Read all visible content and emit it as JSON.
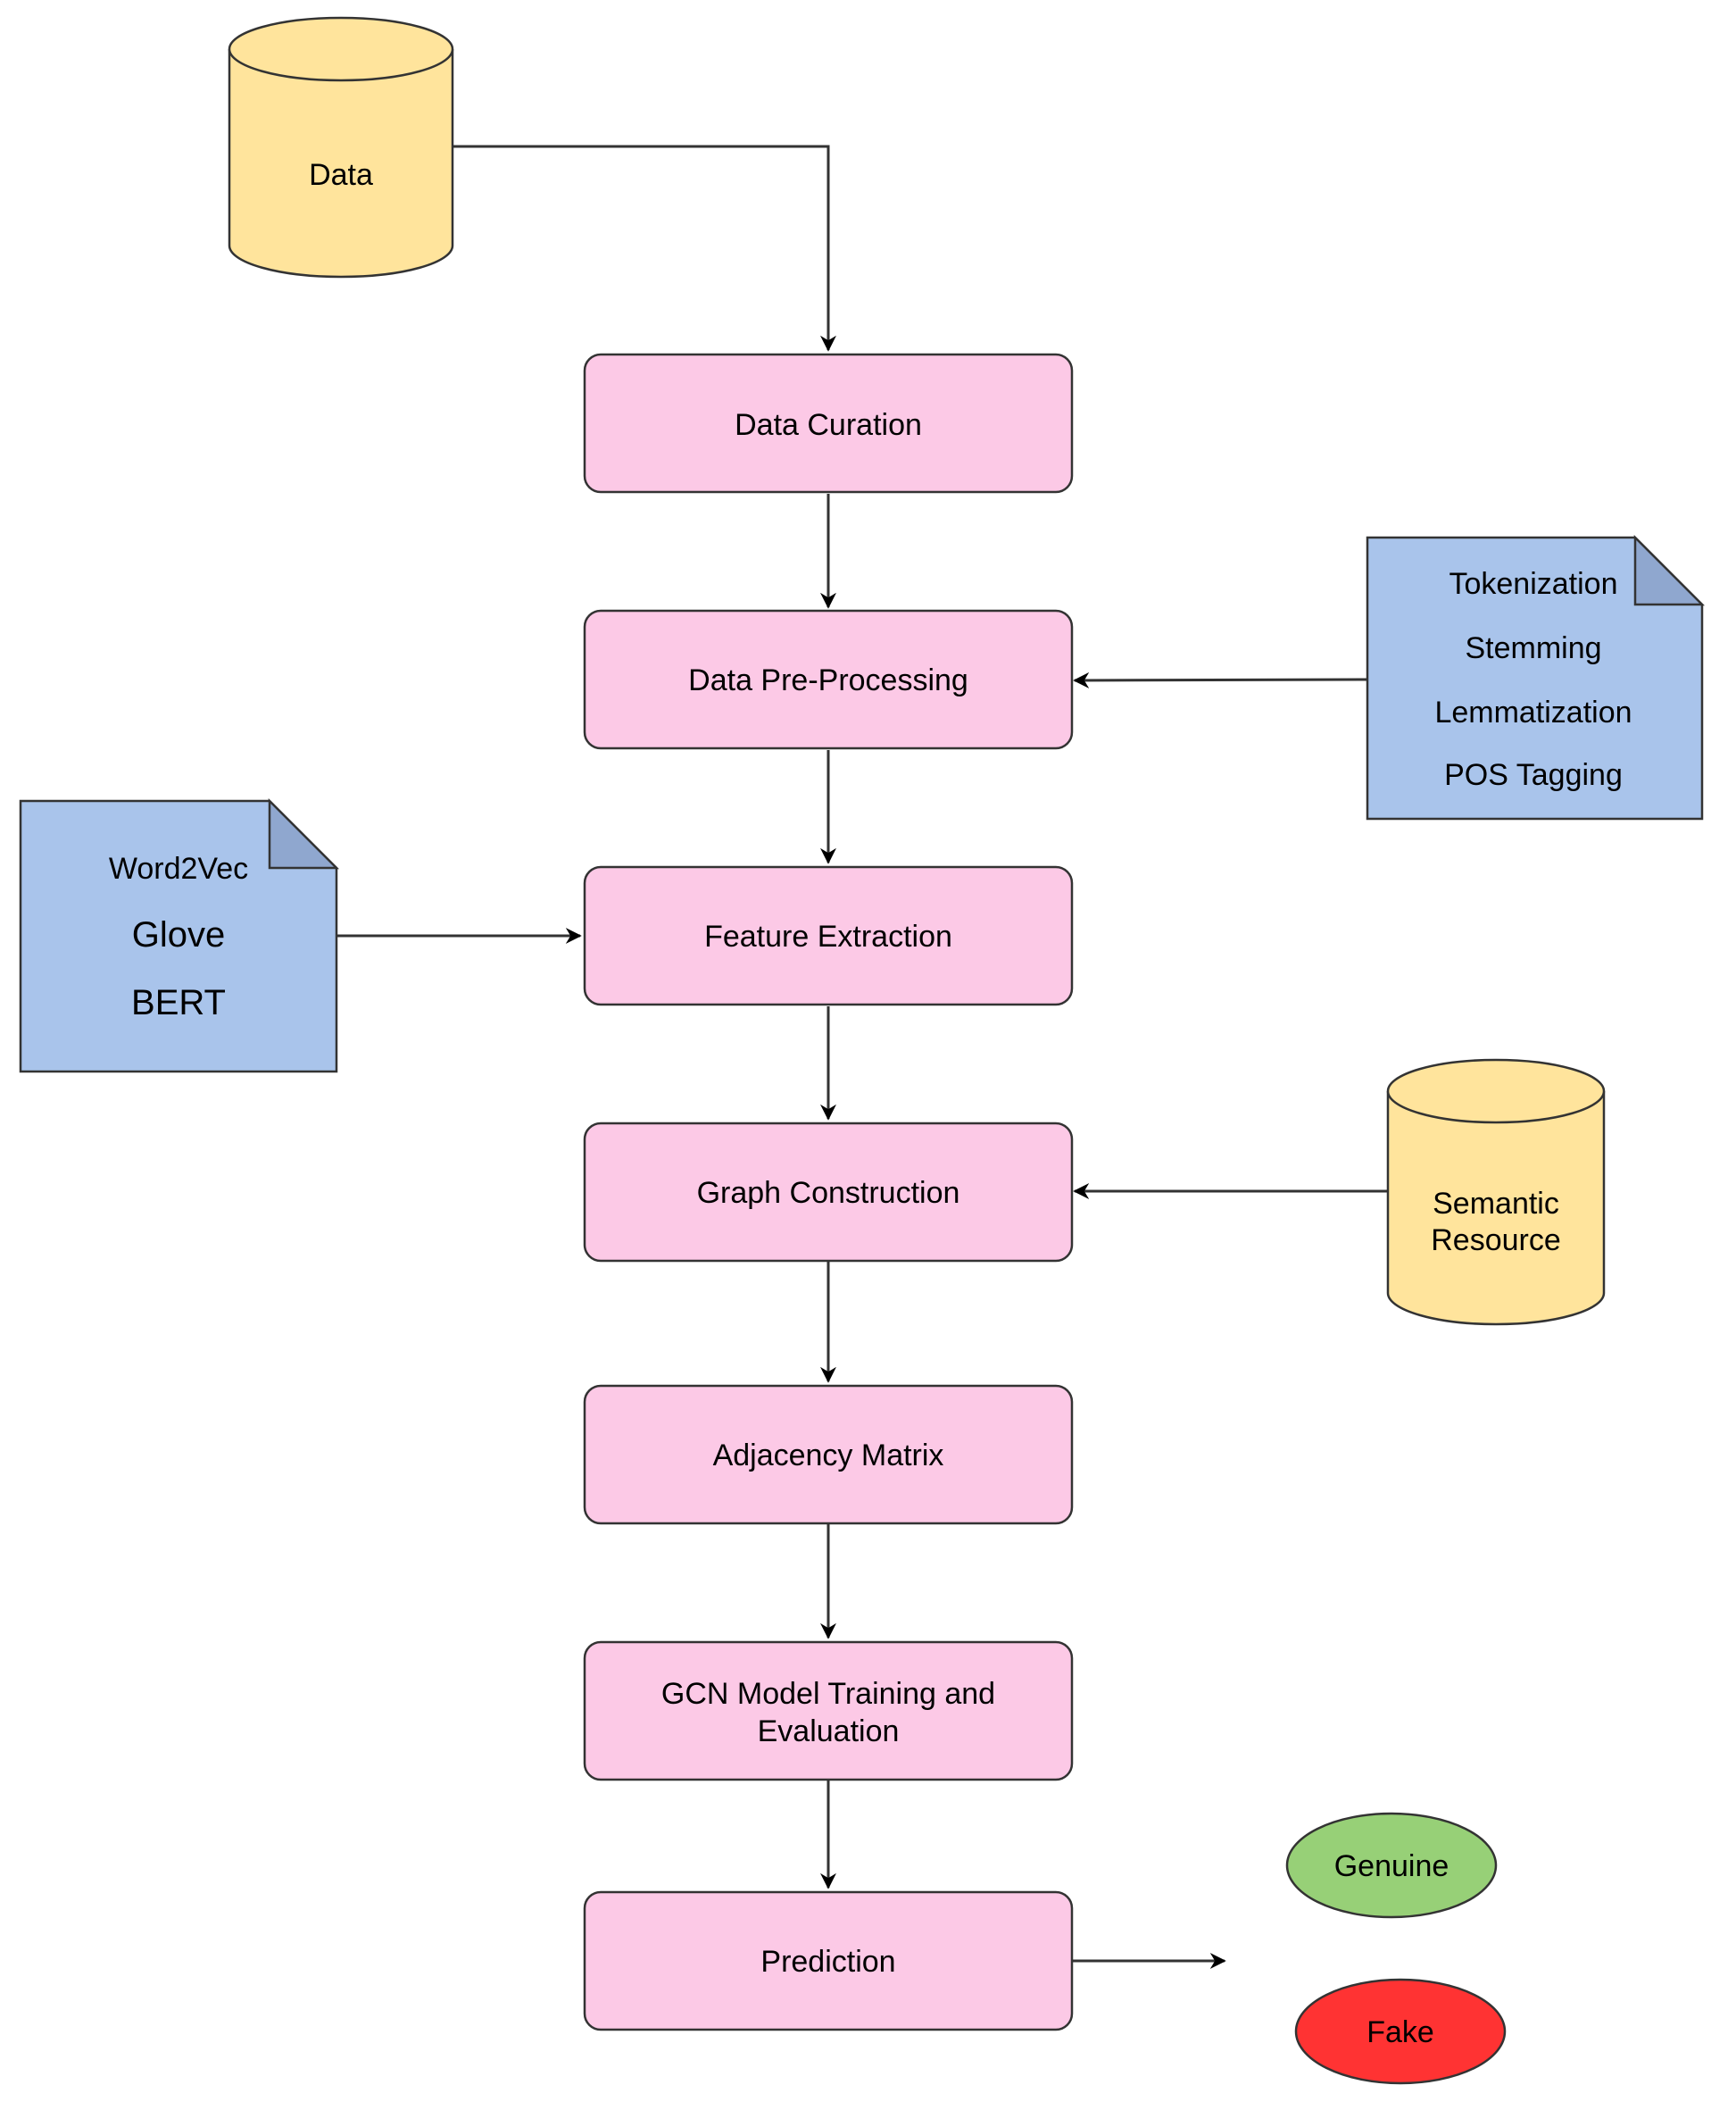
{
  "colors": {
    "process_fill": "#FCC9E6",
    "database_fill": "#FFE49C",
    "note_fill": "#A9C4EB",
    "note_fold_fill": "#8FA7CF",
    "genuine_fill": "#97D077",
    "fake_fill": "#FF3333",
    "stroke": "#333333"
  },
  "databases": {
    "data": "Data",
    "semantic_resource": [
      "Semantic",
      "Resource"
    ]
  },
  "process_steps": {
    "data_curation": "Data Curation",
    "data_preprocessing": "Data Pre-Processing",
    "feature_extraction": "Feature Extraction",
    "graph_construction": "Graph Construction",
    "adjacency_matrix": "Adjacency Matrix",
    "gcn_training": [
      "GCN Model Training and",
      "Evaluation"
    ],
    "prediction": "Prediction"
  },
  "notes": {
    "preprocessing_techniques": [
      "Tokenization",
      "Stemming",
      "Lemmatization",
      "POS Tagging"
    ],
    "embeddings": [
      "Word2Vec",
      "Glove",
      "BERT"
    ]
  },
  "outcomes": {
    "genuine": "Genuine",
    "fake": "Fake"
  }
}
